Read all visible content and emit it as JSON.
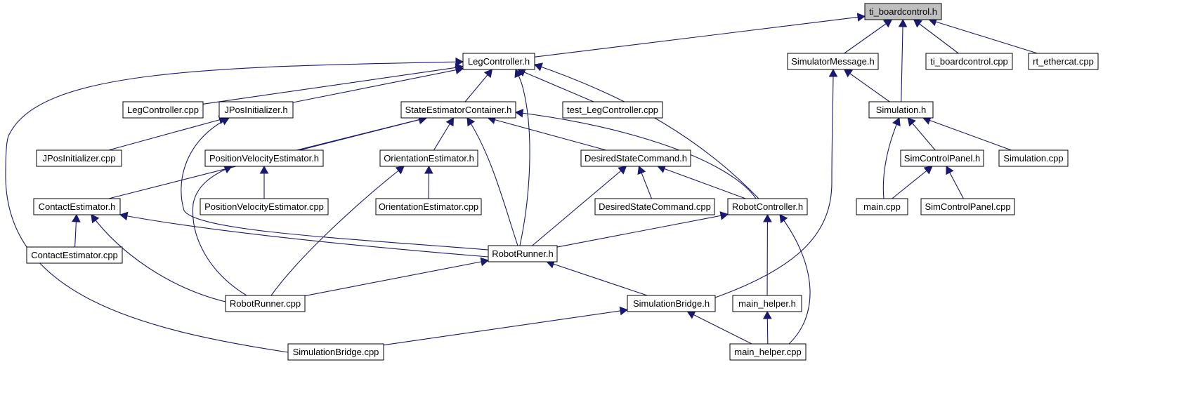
{
  "diagram": {
    "colors": {
      "edge": "#191970",
      "root_fill": "#bfbfbf",
      "node_fill": "#ffffff",
      "node_border": "#000000"
    },
    "nodes": [
      {
        "id": "ti_boardcontrol_h",
        "label": "ti_boardcontrol.h",
        "root": true
      },
      {
        "id": "legcontroller_h",
        "label": "LegController.h"
      },
      {
        "id": "simulatormessage_h",
        "label": "SimulatorMessage.h"
      },
      {
        "id": "ti_boardcontrol_cpp",
        "label": "ti_boardcontrol.cpp"
      },
      {
        "id": "rt_ethercat_cpp",
        "label": "rt_ethercat.cpp"
      },
      {
        "id": "legcontroller_cpp",
        "label": "LegController.cpp"
      },
      {
        "id": "jposinitializer_h",
        "label": "JPosInitializer.h"
      },
      {
        "id": "stateestimatorcontainer_h",
        "label": "StateEstimatorContainer.h"
      },
      {
        "id": "test_legcontroller_cpp",
        "label": "test_LegController.cpp"
      },
      {
        "id": "simulation_h",
        "label": "Simulation.h"
      },
      {
        "id": "jposinitializer_cpp",
        "label": "JPosInitializer.cpp"
      },
      {
        "id": "positionvelocityestimator_h",
        "label": "PositionVelocityEstimator.h"
      },
      {
        "id": "orientationestimator_h",
        "label": "OrientationEstimator.h"
      },
      {
        "id": "desiredstatecommand_h",
        "label": "DesiredStateCommand.h"
      },
      {
        "id": "simcontrolpanel_h",
        "label": "SimControlPanel.h"
      },
      {
        "id": "simulation_cpp",
        "label": "Simulation.cpp"
      },
      {
        "id": "contactestimator_h",
        "label": "ContactEstimator.h"
      },
      {
        "id": "positionvelocityestimator_cpp",
        "label": "PositionVelocityEstimator.cpp"
      },
      {
        "id": "orientationestimator_cpp",
        "label": "OrientationEstimator.cpp"
      },
      {
        "id": "desiredstatecommand_cpp",
        "label": "DesiredStateCommand.cpp"
      },
      {
        "id": "robotcontroller_h",
        "label": "RobotController.h"
      },
      {
        "id": "main_cpp",
        "label": "main.cpp"
      },
      {
        "id": "simcontrolpanel_cpp",
        "label": "SimControlPanel.cpp"
      },
      {
        "id": "contactestimator_cpp",
        "label": "ContactEstimator.cpp"
      },
      {
        "id": "robotrunner_h",
        "label": "RobotRunner.h"
      },
      {
        "id": "robotrunner_cpp",
        "label": "RobotRunner.cpp"
      },
      {
        "id": "simulationbridge_h",
        "label": "SimulationBridge.h"
      },
      {
        "id": "main_helper_h",
        "label": "main_helper.h"
      },
      {
        "id": "simulationbridge_cpp",
        "label": "SimulationBridge.cpp"
      },
      {
        "id": "main_helper_cpp",
        "label": "main_helper.cpp"
      }
    ],
    "edges": [
      {
        "from": "legcontroller_h",
        "to": "ti_boardcontrol_h"
      },
      {
        "from": "simulatormessage_h",
        "to": "ti_boardcontrol_h"
      },
      {
        "from": "ti_boardcontrol_cpp",
        "to": "ti_boardcontrol_h"
      },
      {
        "from": "rt_ethercat_cpp",
        "to": "ti_boardcontrol_h"
      },
      {
        "from": "simulation_h",
        "to": "ti_boardcontrol_h"
      },
      {
        "from": "legcontroller_cpp",
        "to": "legcontroller_h"
      },
      {
        "from": "jposinitializer_h",
        "to": "legcontroller_h"
      },
      {
        "from": "stateestimatorcontainer_h",
        "to": "legcontroller_h"
      },
      {
        "from": "test_legcontroller_cpp",
        "to": "legcontroller_h"
      },
      {
        "from": "robotrunner_h",
        "to": "legcontroller_h"
      },
      {
        "from": "robotcontroller_h",
        "to": "legcontroller_h"
      },
      {
        "from": "simulationbridge_cpp",
        "to": "legcontroller_h"
      },
      {
        "from": "simulation_h",
        "to": "simulatormessage_h"
      },
      {
        "from": "simulationbridge_h",
        "to": "simulatormessage_h"
      },
      {
        "from": "jposinitializer_cpp",
        "to": "jposinitializer_h"
      },
      {
        "from": "robotrunner_h",
        "to": "jposinitializer_h"
      },
      {
        "from": "contactestimator_h",
        "to": "stateestimatorcontainer_h"
      },
      {
        "from": "positionvelocityestimator_h",
        "to": "stateestimatorcontainer_h"
      },
      {
        "from": "orientationestimator_h",
        "to": "stateestimatorcontainer_h"
      },
      {
        "from": "robotrunner_h",
        "to": "stateestimatorcontainer_h"
      },
      {
        "from": "desiredstatecommand_h",
        "to": "stateestimatorcontainer_h"
      },
      {
        "from": "robotcontroller_h",
        "to": "stateestimatorcontainer_h"
      },
      {
        "from": "main_cpp",
        "to": "simulation_h"
      },
      {
        "from": "simcontrolpanel_h",
        "to": "simulation_h"
      },
      {
        "from": "simulation_cpp",
        "to": "simulation_h"
      },
      {
        "from": "positionvelocityestimator_cpp",
        "to": "positionvelocityestimator_h"
      },
      {
        "from": "robotrunner_cpp",
        "to": "positionvelocityestimator_h"
      },
      {
        "from": "orientationestimator_cpp",
        "to": "orientationestimator_h"
      },
      {
        "from": "robotrunner_cpp",
        "to": "orientationestimator_h"
      },
      {
        "from": "desiredstatecommand_cpp",
        "to": "desiredstatecommand_h"
      },
      {
        "from": "robotcontroller_h",
        "to": "desiredstatecommand_h"
      },
      {
        "from": "robotrunner_h",
        "to": "desiredstatecommand_h"
      },
      {
        "from": "main_cpp",
        "to": "simcontrolpanel_h"
      },
      {
        "from": "simcontrolpanel_cpp",
        "to": "simcontrolpanel_h"
      },
      {
        "from": "contactestimator_cpp",
        "to": "contactestimator_h"
      },
      {
        "from": "robotrunner_h",
        "to": "contactestimator_h"
      },
      {
        "from": "robotrunner_cpp",
        "to": "contactestimator_h"
      },
      {
        "from": "robotrunner_h",
        "to": "robotcontroller_h"
      },
      {
        "from": "main_helper_h",
        "to": "robotcontroller_h"
      },
      {
        "from": "main_helper_cpp",
        "to": "robotcontroller_h"
      },
      {
        "from": "robotrunner_cpp",
        "to": "robotrunner_h"
      },
      {
        "from": "simulationbridge_h",
        "to": "robotrunner_h"
      },
      {
        "from": "simulationbridge_cpp",
        "to": "simulationbridge_h"
      },
      {
        "from": "main_helper_cpp",
        "to": "simulationbridge_h"
      },
      {
        "from": "main_helper_cpp",
        "to": "main_helper_h"
      }
    ]
  }
}
